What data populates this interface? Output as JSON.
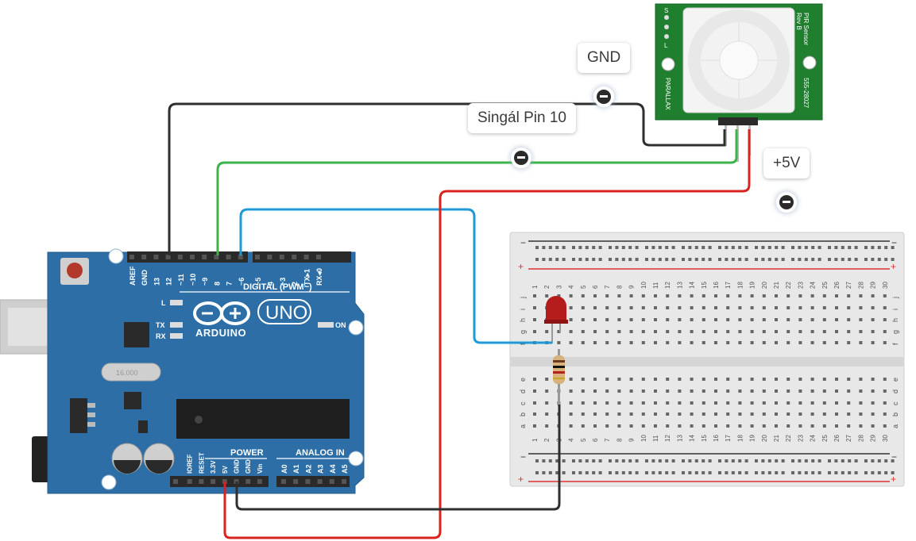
{
  "annotations": {
    "gnd": "GND",
    "signal": "Singál Pin 10",
    "vcc": "+5V"
  },
  "arduino": {
    "logo_text": "ARDUINO",
    "model": "UNO",
    "digital_title": "DIGITAL (PWM~)",
    "power_title": "POWER",
    "analog_title": "ANALOG IN",
    "led_l": "L",
    "led_tx": "TX",
    "led_rx": "RX",
    "led_on": "ON",
    "crystal": "16.000",
    "digital_pins": [
      "AREF",
      "GND",
      "13",
      "12",
      "~11",
      "~10",
      "~9",
      "8",
      "7",
      "~6",
      "~5",
      "4",
      "~3",
      "2",
      "TX▸1",
      "RX◂0"
    ],
    "power_pins": [
      "IOREF",
      "RESET",
      "3.3V",
      "5V",
      "GND",
      "GND",
      "Vin"
    ],
    "analog_pins": [
      "A0",
      "A1",
      "A2",
      "A3",
      "A4",
      "A5"
    ]
  },
  "pir": {
    "title": "PIR Sensor",
    "rev": "Rev B",
    "part": "555-28027",
    "brand": "PARALLAX",
    "jumpers": [
      "S",
      "",
      "",
      "L"
    ]
  },
  "breadboard": {
    "columns": 30,
    "rows_top": [
      "j",
      "i",
      "h",
      "g",
      "f"
    ],
    "rows_bottom": [
      "e",
      "d",
      "c",
      "b",
      "a"
    ],
    "rail_minus": "−",
    "rail_plus": "+"
  },
  "colors": {
    "board_blue": "#2c6ea5",
    "wire_black": "#2f2f2f",
    "wire_green": "#3db34b",
    "wire_blue": "#1f9ad6",
    "wire_red": "#d9231e",
    "pir_green": "#1f7f2e",
    "rail_red": "#d33",
    "led_red": "#b51c1c"
  }
}
